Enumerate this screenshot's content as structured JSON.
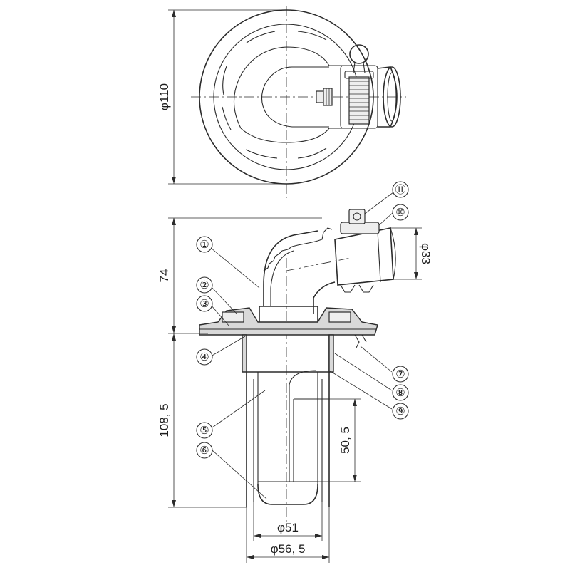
{
  "dimensions": {
    "top_diameter": "φ110",
    "height_upper": "74",
    "height_lower": "108, 5",
    "trap_depth": "50, 5",
    "outlet_diameter": "φ33",
    "inner_diameter": "φ51",
    "outer_diameter": "φ56, 5"
  },
  "callouts": [
    "①",
    "②",
    "③",
    "④",
    "⑤",
    "⑥",
    "⑦",
    "⑧",
    "⑨",
    "⑩",
    "⑪"
  ]
}
